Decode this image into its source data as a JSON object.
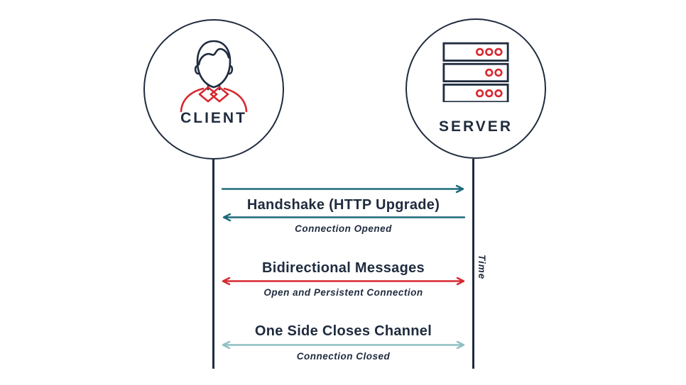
{
  "actors": {
    "client": {
      "label": "CLIENT",
      "icon": "person-icon"
    },
    "server": {
      "label": "SERVER",
      "icon": "server-stack-icon"
    }
  },
  "time_axis": {
    "label": "Time"
  },
  "messages": [
    {
      "title": "Handshake (HTTP Upgrade)",
      "subtitle": "Connection Opened",
      "direction": "request-then-response",
      "arrow_color": "#1d6b79"
    },
    {
      "title": "Bidirectional Messages",
      "subtitle": "Open and Persistent Connection",
      "direction": "bidirectional",
      "arrow_color": "#d7282f"
    },
    {
      "title": "One Side Closes Channel",
      "subtitle": "Connection Closed",
      "direction": "bidirectional",
      "arrow_color": "#8fbfc2"
    }
  ],
  "colors": {
    "navy": "#1f2b3e",
    "red": "#d7282f",
    "teal_dark": "#1d6b79",
    "teal_light": "#8fbfc2",
    "background": "#ffffff"
  }
}
